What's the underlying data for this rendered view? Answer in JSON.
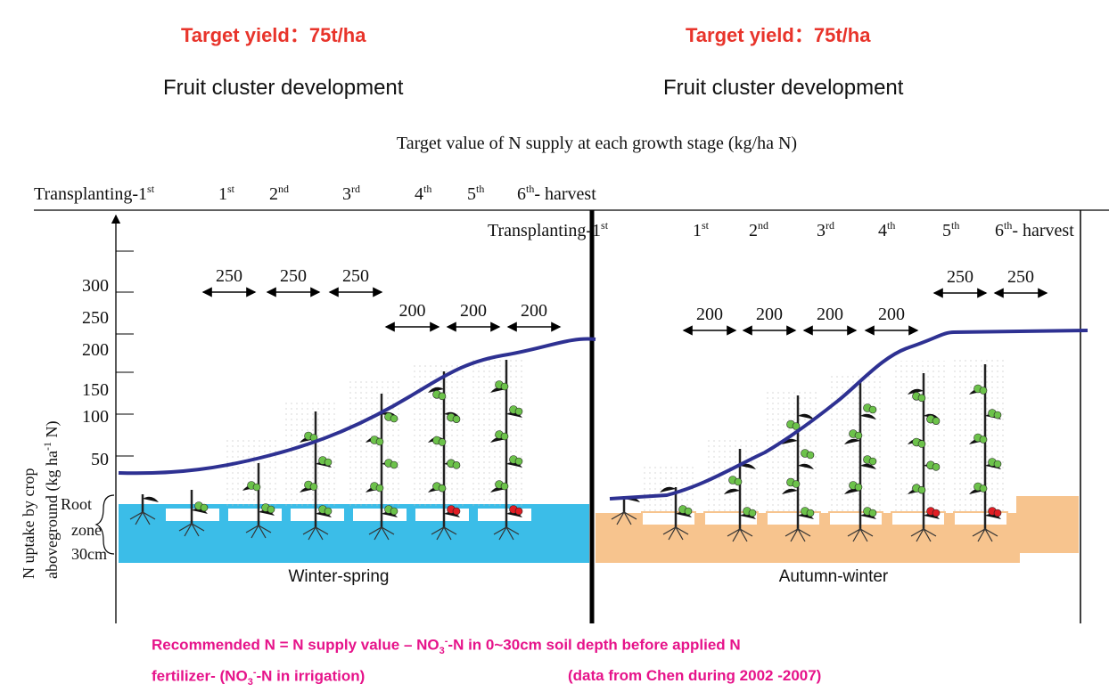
{
  "header": {
    "target_left": "Target yield：75t/ha",
    "target_right": "Target yield：75t/ha",
    "cluster_left": "Fruit cluster development",
    "cluster_right": "Fruit cluster development",
    "subtitle": "Target value of N supply at each growth stage (kg/ha N)"
  },
  "left_panel": {
    "stages": [
      {
        "label": "Transplanting-1",
        "sup": "st"
      },
      {
        "label": "1",
        "sup": "st"
      },
      {
        "label": "2",
        "sup": "nd"
      },
      {
        "label": "3",
        "sup": "rd"
      },
      {
        "label": "4",
        "sup": "th"
      },
      {
        "label": "5",
        "sup": "th"
      },
      {
        "label": "6",
        "sup": "th",
        "suffix": "- harvest"
      }
    ],
    "supply_values": [
      "250",
      "250",
      "250",
      "200",
      "200",
      "200"
    ],
    "season": "Winter-spring",
    "soil_color": "#3bbde8"
  },
  "right_panel": {
    "stages": [
      {
        "label": "Transplanting-1",
        "sup": "st"
      },
      {
        "label": "1",
        "sup": "st"
      },
      {
        "label": "2",
        "sup": "nd"
      },
      {
        "label": "3",
        "sup": "rd"
      },
      {
        "label": "4",
        "sup": "th"
      },
      {
        "label": "5",
        "sup": "th"
      },
      {
        "label": "6",
        "sup": "th",
        "suffix": "- harvest"
      }
    ],
    "supply_values": [
      "200",
      "200",
      "200",
      "200",
      "250",
      "250"
    ],
    "season": "Autumn-winter",
    "soil_color": "#f7c48e"
  },
  "y_axis": {
    "title_line1": "N uptake by  crop",
    "title_line2": "aboveground (kg ha",
    "title_sup": "-1",
    "title_end": " N)",
    "ticks": [
      "300",
      "250",
      "200",
      "150",
      "100",
      "50"
    ]
  },
  "root_zone": {
    "line1": "Root",
    "line2": "zone",
    "line3": "30cm"
  },
  "recommendation": {
    "line1_a": "Recommended N = N supply value – NO",
    "line1_sub": "3",
    "line1_sup": "-",
    "line1_b": "-N in 0~30cm soil depth before applied N",
    "line2_a": "fertilizer- (NO",
    "line2_sub": "3",
    "line2_sup": "-",
    "line2_b": "-N in irrigation)",
    "source": "(data from Chen during 2002 -2007)"
  },
  "colors": {
    "curve": "#2e3192",
    "title_red": "#e8342b",
    "footnote_magenta": "#e6138a"
  }
}
